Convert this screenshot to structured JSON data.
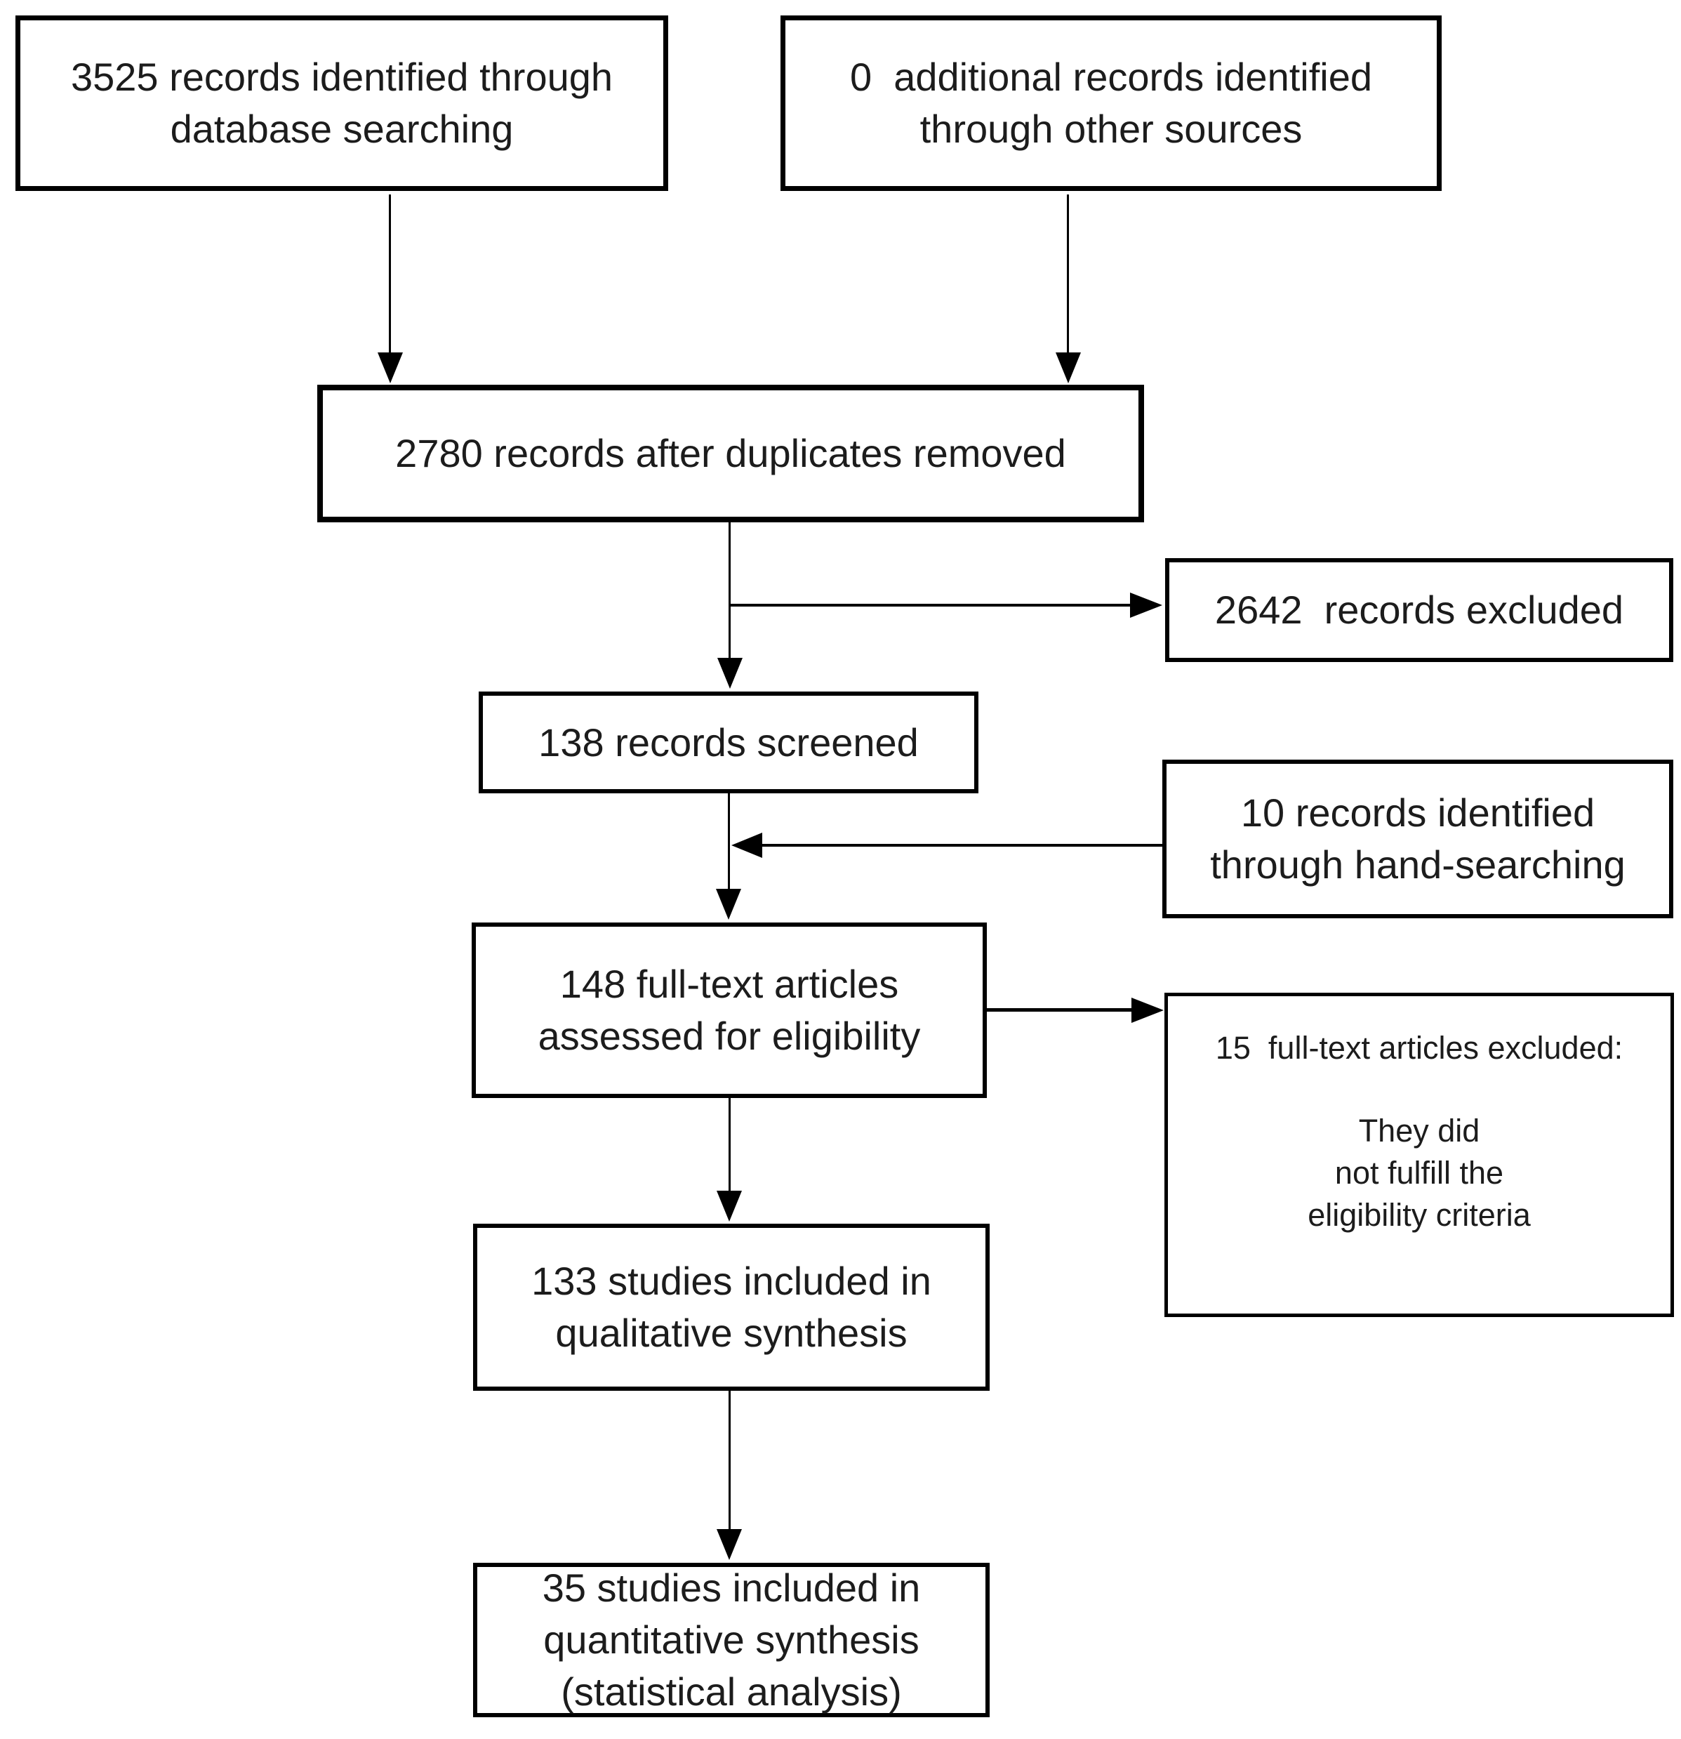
{
  "boxes": {
    "records_identified_database": {
      "lines": [
        "3525 records identified through",
        "database searching"
      ]
    },
    "records_identified_other_sources": {
      "lines": [
        "0  additional records identified",
        "through other sources"
      ]
    },
    "records_after_duplicates_removed": {
      "lines": [
        "2780 records after duplicates removed"
      ]
    },
    "records_excluded": {
      "lines": [
        "2642  records excluded"
      ]
    },
    "records_screened": {
      "lines": [
        "138 records screened"
      ]
    },
    "records_hand_searching": {
      "lines": [
        "10 records identified",
        "through hand-searching"
      ]
    },
    "fulltext_assessed": {
      "lines": [
        "148 full-text articles",
        "assessed for eligibility"
      ]
    },
    "fulltext_excluded": {
      "heading": "15  full-text articles excluded:",
      "lines": [
        "They did",
        "not fulfill the",
        "eligibility criteria"
      ]
    },
    "qualitative_synthesis": {
      "lines": [
        "133 studies included in",
        "qualitative synthesis"
      ]
    },
    "quantitative_synthesis": {
      "lines": [
        "35 studies included in",
        "quantitative synthesis",
        "(statistical analysis)"
      ]
    }
  },
  "colors": {
    "background": "#ffffff",
    "box_border": "#000000",
    "connector": "#000000",
    "text": "#1c1c1c"
  }
}
